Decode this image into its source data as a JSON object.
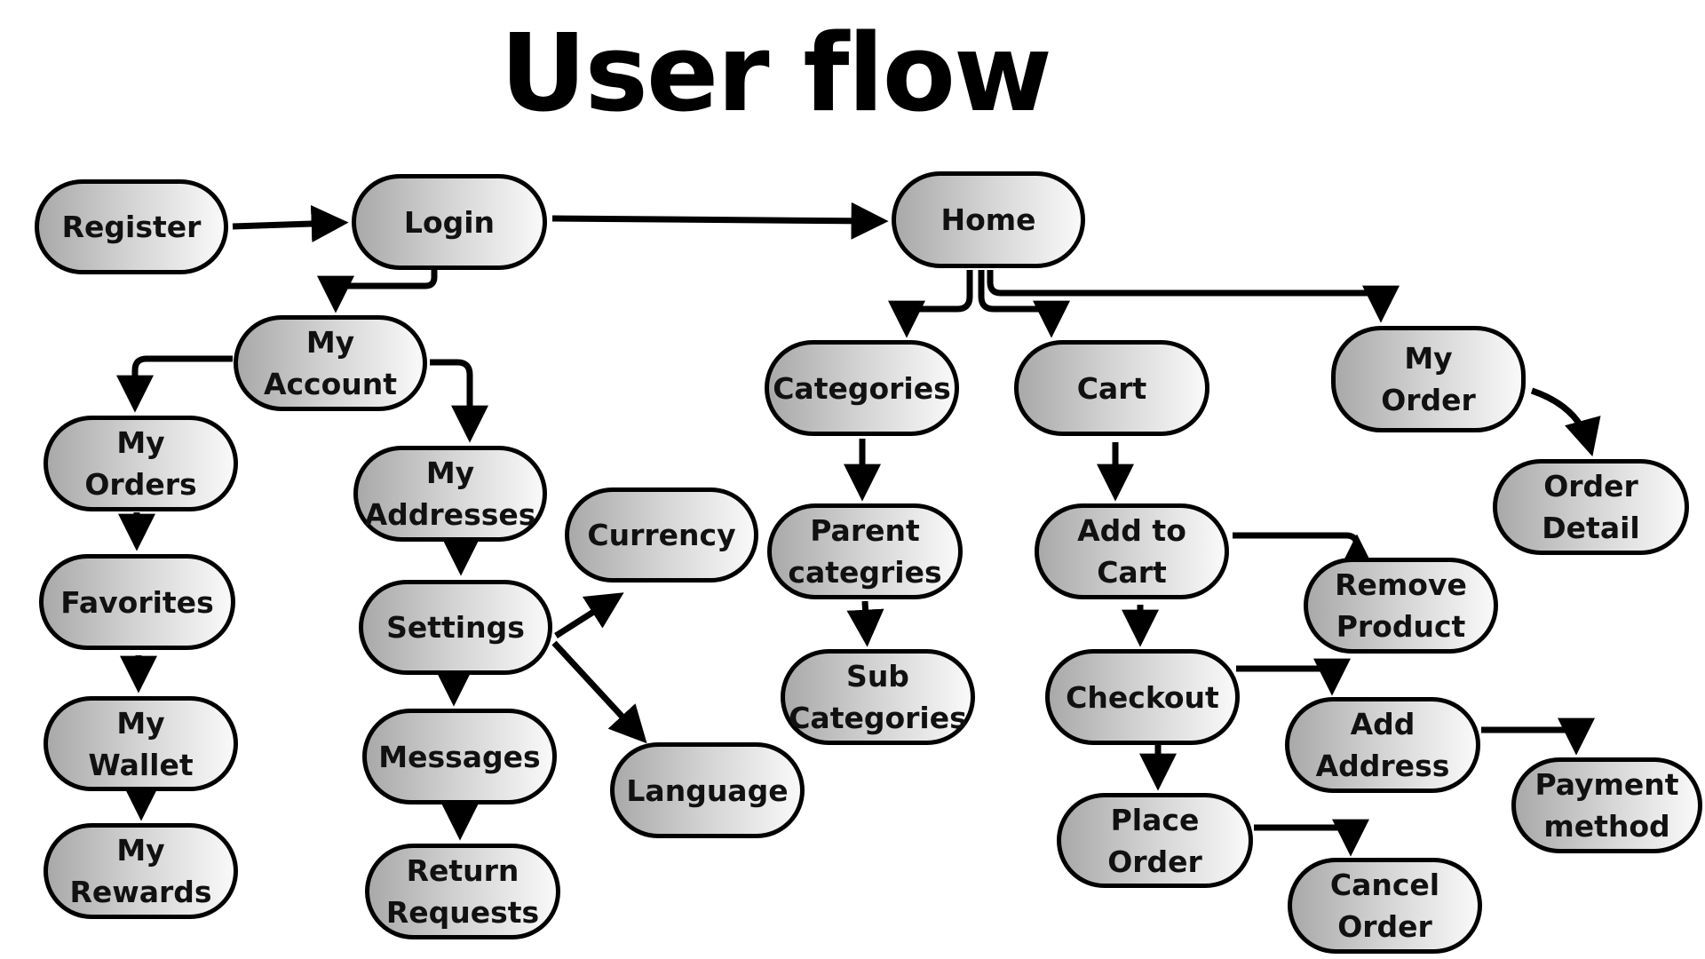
{
  "title": "User flow",
  "colors": {
    "stroke": "#000000",
    "gradient_start": "#a9a9a9",
    "gradient_end": "#f9f9f9"
  },
  "nodes": {
    "register": "Register",
    "login": "Login",
    "home": "Home",
    "my_account": "My\nAccount",
    "my_orders": "My\nOrders",
    "favorites": "Favorites",
    "my_wallet": "My\nWallet",
    "my_rewards": "My\nRewards",
    "my_addresses": "My\nAddresses",
    "settings": "Settings",
    "currency": "Currency",
    "language": "Language",
    "messages": "Messages",
    "return_requests": "Return\nRequests",
    "categories": "Categories",
    "parent_categories": "Parent\ncategries",
    "sub_categories": "Sub\nCategories",
    "cart": "Cart",
    "add_to_cart": "Add to\nCart",
    "remove_product": "Remove\nProduct",
    "checkout": "Checkout",
    "add_address": "Add\nAddress",
    "payment_method": "Payment\nmethod",
    "place_order": "Place\nOrder",
    "cancel_order": "Cancel\nOrder",
    "my_order": "My\nOrder",
    "order_detail": "Order\nDetail"
  },
  "edges": [
    [
      "register",
      "login"
    ],
    [
      "login",
      "home"
    ],
    [
      "login",
      "my_account"
    ],
    [
      "my_account",
      "my_orders"
    ],
    [
      "my_account",
      "my_addresses"
    ],
    [
      "my_orders",
      "favorites"
    ],
    [
      "favorites",
      "my_wallet"
    ],
    [
      "my_wallet",
      "my_rewards"
    ],
    [
      "my_addresses",
      "settings"
    ],
    [
      "settings",
      "currency"
    ],
    [
      "settings",
      "language"
    ],
    [
      "settings",
      "messages"
    ],
    [
      "messages",
      "return_requests"
    ],
    [
      "home",
      "categories"
    ],
    [
      "home",
      "cart"
    ],
    [
      "home",
      "my_order"
    ],
    [
      "categories",
      "parent_categories"
    ],
    [
      "parent_categories",
      "sub_categories"
    ],
    [
      "cart",
      "add_to_cart"
    ],
    [
      "add_to_cart",
      "remove_product"
    ],
    [
      "add_to_cart",
      "checkout"
    ],
    [
      "checkout",
      "add_address"
    ],
    [
      "checkout",
      "place_order"
    ],
    [
      "place_order",
      "cancel_order"
    ],
    [
      "add_address",
      "payment_method"
    ],
    [
      "my_order",
      "order_detail"
    ]
  ]
}
